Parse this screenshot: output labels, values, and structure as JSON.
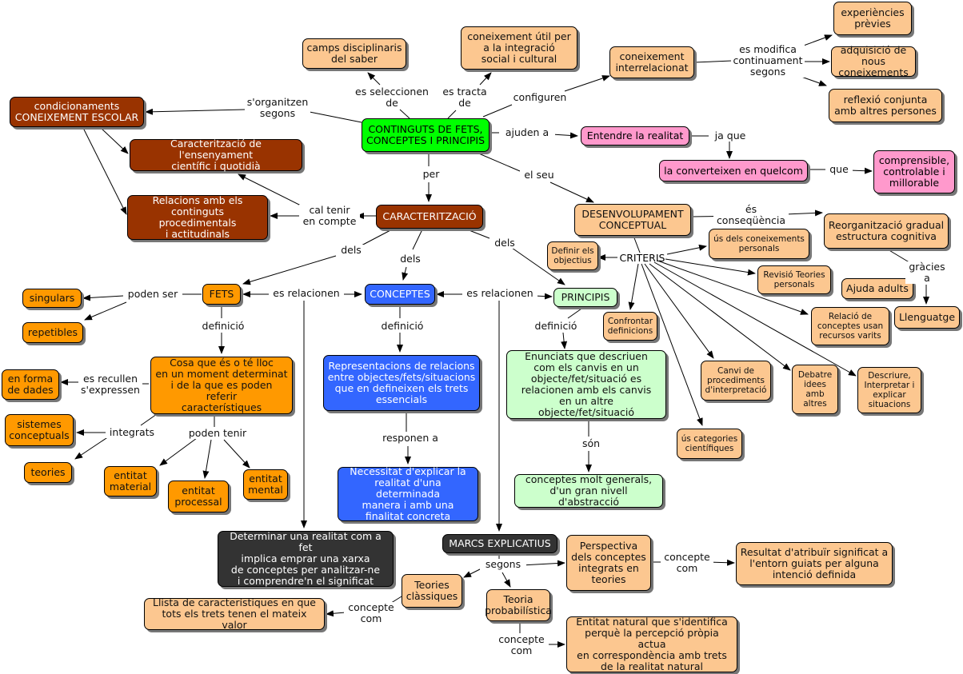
{
  "nodes": {
    "continguts": "CONTINGUTS DE FETS,\nCONCEPTES I PRINCIPIS",
    "camps": "camps disciplinaris\ndel saber",
    "coneixement_util": "coneixement útil per\na la integració\nsocial i cultural",
    "coneixement_interrel": "coneixement\ninterrelacionat",
    "experiencies": "experiències\nprèvies",
    "adquisicio": "adquisició de\nnous coneixements",
    "reflexio": "reflexió conjunta\namb altres persones",
    "condicionaments": "condicionaments\nCONEIXEMENT ESCOLAR",
    "caract_ensenyament": "Caracterització de l'ensenyament\ncientífic i quotidià",
    "relacions": "Relacions amb els\ncontinguts procedimentals\ni actitudinals",
    "entendre": "Entendre la realitat",
    "converteixen": "la converteixen en quelcom",
    "comprensible": "comprensible,\ncontrolable i\nmillorable",
    "caracteritzacio": "CARACTERITZACIÓ",
    "desenvolupament": "DESENVOLUPAMENT\nCONCEPTUAL",
    "reorganitzacio": "Reorganització gradual\nestructura cognitiva",
    "ajuda": "Ajuda adults",
    "llenguatge": "Llenguatge",
    "criteris": "CRITERIS",
    "definir": "Definir els\nobjectius",
    "us_coneixements": "ús dels coneixements\npersonals",
    "revisio": "Revisió Teories\npersonals",
    "relacio_conceptes": "Relació de\nconceptes usan\nrecursos varits",
    "descriure": "Descriure,\nInterpretar i\nexplicar\nsituacions",
    "debatre": "Debatre\nidees\namb\naltres",
    "canvi": "Canvi de\nprocediments\nd'interpretació",
    "us_categories": "ús categories\ncientífiques",
    "confrontar": "Confrontar\ndefinicions",
    "fets": "FETS",
    "conceptes": "CONCEPTES",
    "principis": "PRINCIPIS",
    "singulars": "singulars",
    "repetibles": "repetibles",
    "cosa_que": "Cosa que és o té lloc\nen un moment determinat\ni de la que es poden referir\ncaracterístiques",
    "en_forma": "en forma\nde dades",
    "sistemes": "sistemes\nconceptuals",
    "teories": "teories",
    "entitat_material": "entitat\nmaterial",
    "entitat_processal": "entitat\nprocessal",
    "entitat_mental": "entitat\nmental",
    "representacions": "Representacions de relacions\nentre objectes/fets/situacions\nque en defineixen els trets\nessencials",
    "necessitat": "Necessitat d'explicar la\nrealitat d'una determinada\nmanera i amb una\nfinalitat concreta",
    "enunciats": "Enunciats que descriuen\ncom els canvis en un\nobjecte/fet/situació es\nrelacionen amb els canvis\nen un altre objecte/fet/situació",
    "conceptes_generals": "conceptes molt generals,\nd'un gran nivell d'abstracció",
    "determinar": "Determinar una realitat com a fet\nimplica emprar una xarxa\nde conceptes per analitzar-ne\ni comprendre'n el significat",
    "marcs": "MARCS EXPLICATIUS",
    "perspectiva": "Perspectiva\ndels conceptes\nintegrats en\nteories",
    "resultat": "Resultat d'atribuïr significat a\nl'entorn guiats per alguna\nintenció definida",
    "teories_classiques": "Teories\nclàssiques",
    "llista": "Llista de característiques en que\ntots els trets tenen el mateix valor",
    "teoria_prob": "Teoria\nprobabilística",
    "entitat_natural": "Entitat natural que s'identifica\nperquè la percepció pròpia actua\nen correspondència amb trets\nde la realitat natural"
  },
  "links": {
    "s_organitzen": "s'organitzen\nsegons",
    "es_seleccionen": "es seleccionen\nde",
    "es_tracta": "es tracta\nde",
    "configuren": "configuren",
    "es_modifica": "es modifica\ncontinuament\nsegons",
    "ajuden_a": "ajuden a",
    "ja_que": "ja que",
    "que": "que",
    "per": "per",
    "el_seu": "el seu",
    "cal_tenir": "cal tenir\nen compte",
    "es_consequencia": "és\nconseqüència",
    "gracies_a": "gràcies\na",
    "dels_1": "dels",
    "dels_2": "dels",
    "dels_3": "dels",
    "poden_ser": "poden ser",
    "es_relacionen_1": "es relacionen",
    "es_relacionen_2": "es relacionen",
    "definicio_1": "definició",
    "definicio_2": "definició",
    "definicio_3": "definició",
    "es_recullen": "es recullen\ns'expressen",
    "integrats": "integrats",
    "poden_tenir": "poden tenir",
    "responen_a": "responen a",
    "son": "són",
    "segons": "segons",
    "concepte_com_1": "concepte\ncom",
    "concepte_com_2": "concepte\ncom",
    "concepte_com_3": "concepte\ncom"
  }
}
